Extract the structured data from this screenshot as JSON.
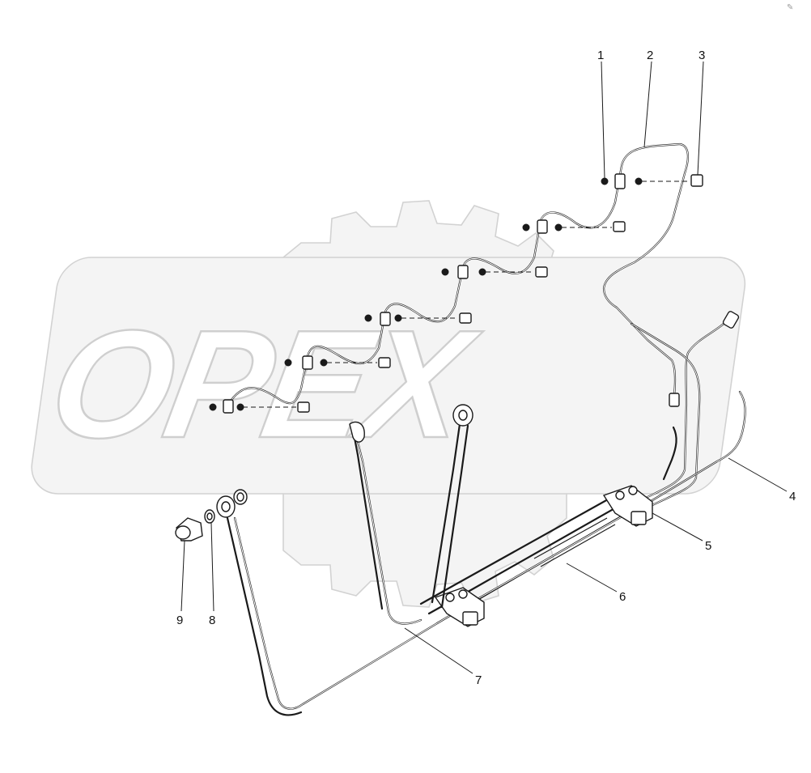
{
  "watermark": {
    "text": "OPEX"
  },
  "corner_mark": "✎",
  "callouts": [
    {
      "id": "1",
      "label": "1"
    },
    {
      "id": "2",
      "label": "2"
    },
    {
      "id": "3",
      "label": "3"
    },
    {
      "id": "4",
      "label": "4"
    },
    {
      "id": "5",
      "label": "5"
    },
    {
      "id": "6",
      "label": "6"
    },
    {
      "id": "7",
      "label": "7"
    },
    {
      "id": "8",
      "label": "8"
    },
    {
      "id": "9",
      "label": "9"
    }
  ]
}
